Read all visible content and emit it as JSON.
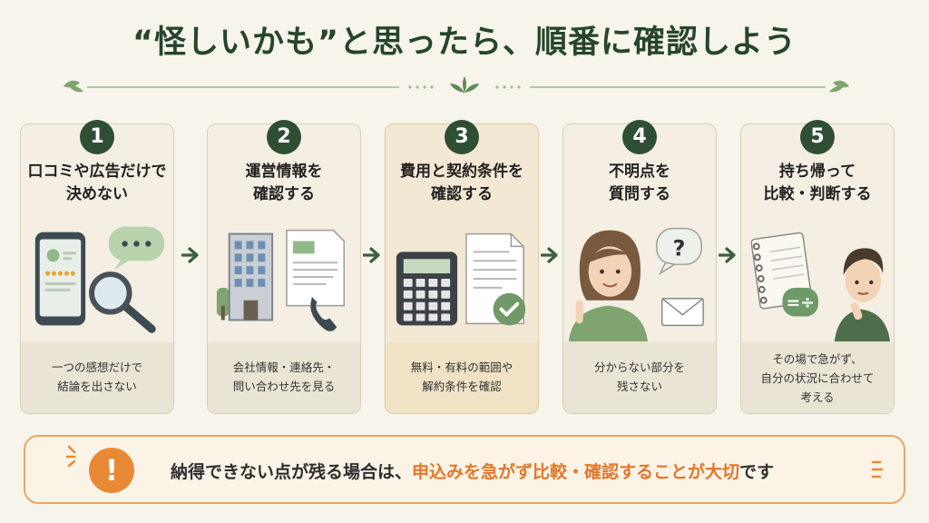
{
  "title": "“怪しいかも”と思ったら、順番に確認しよう",
  "steps": [
    {
      "number": "1",
      "title_line1": "口コミや広告だけで",
      "title_line2": "決めない",
      "desc_line1": "一つの感想だけで",
      "desc_line2": "結論を出さない"
    },
    {
      "number": "2",
      "title_line1": "運営情報を",
      "title_line2": "確認する",
      "desc_line1": "会社情報・連絡先・",
      "desc_line2": "問い合わせ先を見る"
    },
    {
      "number": "3",
      "title_line1": "費用と契約条件を",
      "title_line2": "確認する",
      "desc_line1": "無料・有料の範囲や",
      "desc_line2": "解約条件を確認"
    },
    {
      "number": "4",
      "title_line1": "不明点を",
      "title_line2": "質問する",
      "desc_line1": "分からない部分を",
      "desc_line2": "残さない"
    },
    {
      "number": "5",
      "title_line1": "持ち帰って",
      "title_line2": "比較・判断する",
      "desc_line1": "その場で急がず、",
      "desc_line2": "自分の状況に合わせて",
      "desc_line3": "考える"
    }
  ],
  "illustrations": {
    "step1": [
      "phone-review-icon",
      "speech-bubble-dots-icon",
      "magnifier-icon"
    ],
    "step2": [
      "office-building-icon",
      "document-icon",
      "telephone-icon"
    ],
    "step3": [
      "calculator-icon",
      "contract-document-icon",
      "check-circle-icon"
    ],
    "step4": [
      "person-thinking-icon",
      "question-bubble-icon",
      "envelope-icon"
    ],
    "step5": [
      "notebook-icon",
      "compare-sign-icon",
      "person-pondering-icon"
    ],
    "bubble_question_mark": "?",
    "compare_symbol": "=÷"
  },
  "banner": {
    "icon_text": "!",
    "text_before": "納得できない点が残る場合は、",
    "text_highlight": "申込みを急がず比較・確認することが大切",
    "text_after": "です"
  },
  "colors": {
    "title_green": "#26452b",
    "badge_green": "#2f4f35",
    "accent_green": "#6f9a67",
    "banner_orange": "#e88a35",
    "banner_border": "#e5a869",
    "card_bg": "#f4efe2"
  }
}
